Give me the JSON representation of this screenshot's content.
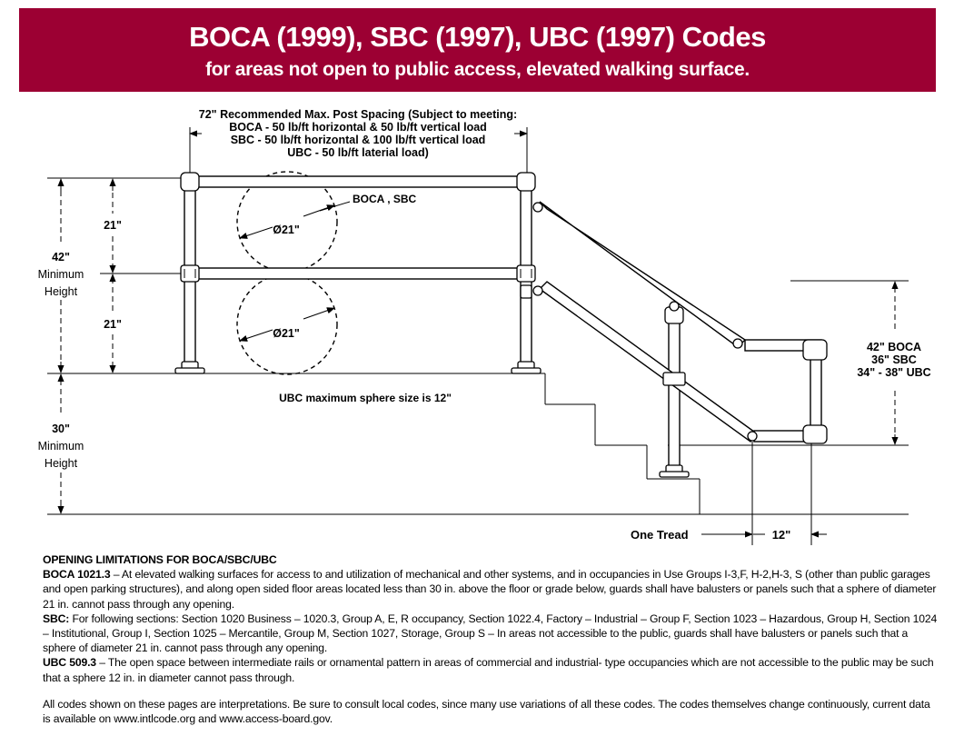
{
  "header": {
    "title": "BOCA (1999), SBC (1997), UBC (1997) Codes",
    "subtitle": "for areas not open to public access, elevated walking surface."
  },
  "diagram": {
    "spacing": {
      "line1": "72\" Recommended Max. Post Spacing (Subject to meeting:",
      "line2": "BOCA - 50 lb/ft horizontal & 50 lb/ft vertical load",
      "line3": "SBC - 50 lb/ft horizontal & 100 lb/ft vertical load",
      "line4": "UBC - 50 lb/ft laterial load)"
    },
    "sphere_label": "BOCA , SBC",
    "sphere_dia_top": "Ø21\"",
    "sphere_dia_bottom": "Ø21\"",
    "upper_gap": "21\"",
    "lower_gap": "21\"",
    "min_height": {
      "line1": "42\"",
      "line2": "Minimum",
      "line3": "Height"
    },
    "ubc_sphere_note": "UBC maximum sphere size is 12\"",
    "platform_height": {
      "line1": "30\"",
      "line2": "Minimum",
      "line3": "Height"
    },
    "stair_height": {
      "line1": "42\" BOCA",
      "line2": "36\" SBC",
      "line3": "34\" - 38\" UBC"
    },
    "one_tread": "One Tread",
    "tread_depth": "12\""
  },
  "notes": {
    "heading": "OPENING LIMITATIONS FOR BOCA/SBC/UBC",
    "boca_code": "BOCA 1021.3",
    "boca_text": " – At elevated walking surfaces for access to and utilization of mechanical and other systems, and in occupancies in Use Groups I-3,F, H-2,H-3, S (other than public garages and open parking structures), and along open sided floor areas located less than 30 in. above the floor or grade below, guards shall have balusters or panels such that a sphere of diameter 21 in. cannot pass through any opening.",
    "sbc_code": "SBC:",
    "sbc_text": "  For following sections: Section 1020 Business – 1020.3, Group A, E, R occupancy, Section 1022.4,  Factory – Industrial – Group F, Section 1023 – Hazardous, Group H, Section 1024 – Institutional, Group I, Section 1025 – Mercantile, Group M, Section 1027, Storage, Group S – In areas not accessible to the public, guards shall have balusters or panels such that a sphere of diameter 21 in. cannot pass through any opening.",
    "ubc_code": "UBC 509.3",
    "ubc_text": " – The open space between intermediate rails or ornamental pattern in areas of commercial and industrial- type occupancies which are not accessible to the public may be such that a sphere 12 in. in diameter cannot pass through.",
    "disclaimer": "All codes shown on these pages are interpretations. Be sure to consult local codes, since many use variations of all these codes. The codes themselves change continuously, current data is available on www.intlcode.org and www.access-board.gov."
  },
  "colors": {
    "banner": "#9c0033",
    "banner_text": "#ffffff",
    "ink": "#000000"
  }
}
